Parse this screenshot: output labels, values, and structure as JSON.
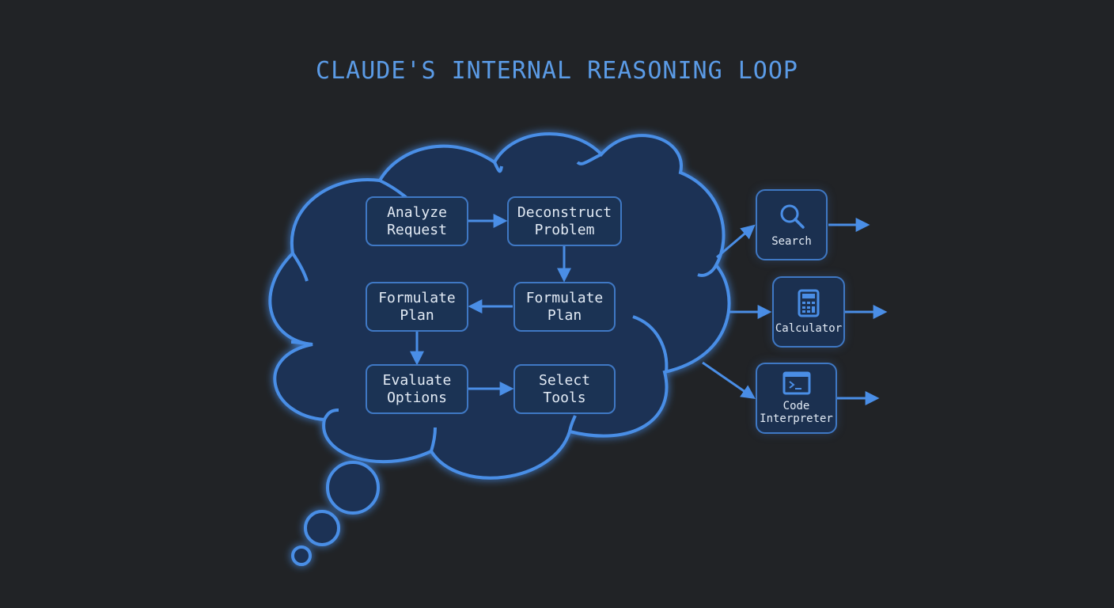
{
  "title": "CLAUDE'S INTERNAL REASONING LOOP",
  "colors": {
    "background": "#212326",
    "accent": "#4a8ee6",
    "cloud_fill": "#1a3154",
    "node_border": "#3f78c4",
    "text": "#e3ebf5"
  },
  "reasoning_steps": [
    {
      "id": "analyze",
      "line1": "Analyze",
      "line2": "Request"
    },
    {
      "id": "deconstruct",
      "line1": "Deconstruct",
      "line2": "Problem"
    },
    {
      "id": "formulate-right",
      "line1": "Formulate",
      "line2": "Plan"
    },
    {
      "id": "formulate-left",
      "line1": "Formulate",
      "line2": "Plan"
    },
    {
      "id": "evaluate",
      "line1": "Evaluate",
      "line2": "Options"
    },
    {
      "id": "select",
      "line1": "Select",
      "line2": "Tools"
    }
  ],
  "flow": [
    [
      "Analyze Request",
      "Deconstruct Problem"
    ],
    [
      "Deconstruct Problem",
      "Formulate Plan (right)"
    ],
    [
      "Formulate Plan (right)",
      "Formulate Plan (left)"
    ],
    [
      "Formulate Plan (left)",
      "Evaluate Options"
    ],
    [
      "Evaluate Options",
      "Select Tools"
    ]
  ],
  "tools": [
    {
      "id": "search",
      "icon": "search-icon",
      "line1": "Search",
      "line2": ""
    },
    {
      "id": "calculator",
      "icon": "calculator-icon",
      "line1": "Calculator",
      "line2": ""
    },
    {
      "id": "code-interpreter",
      "icon": "terminal-icon",
      "line1": "Code",
      "line2": "Interpreter"
    }
  ]
}
